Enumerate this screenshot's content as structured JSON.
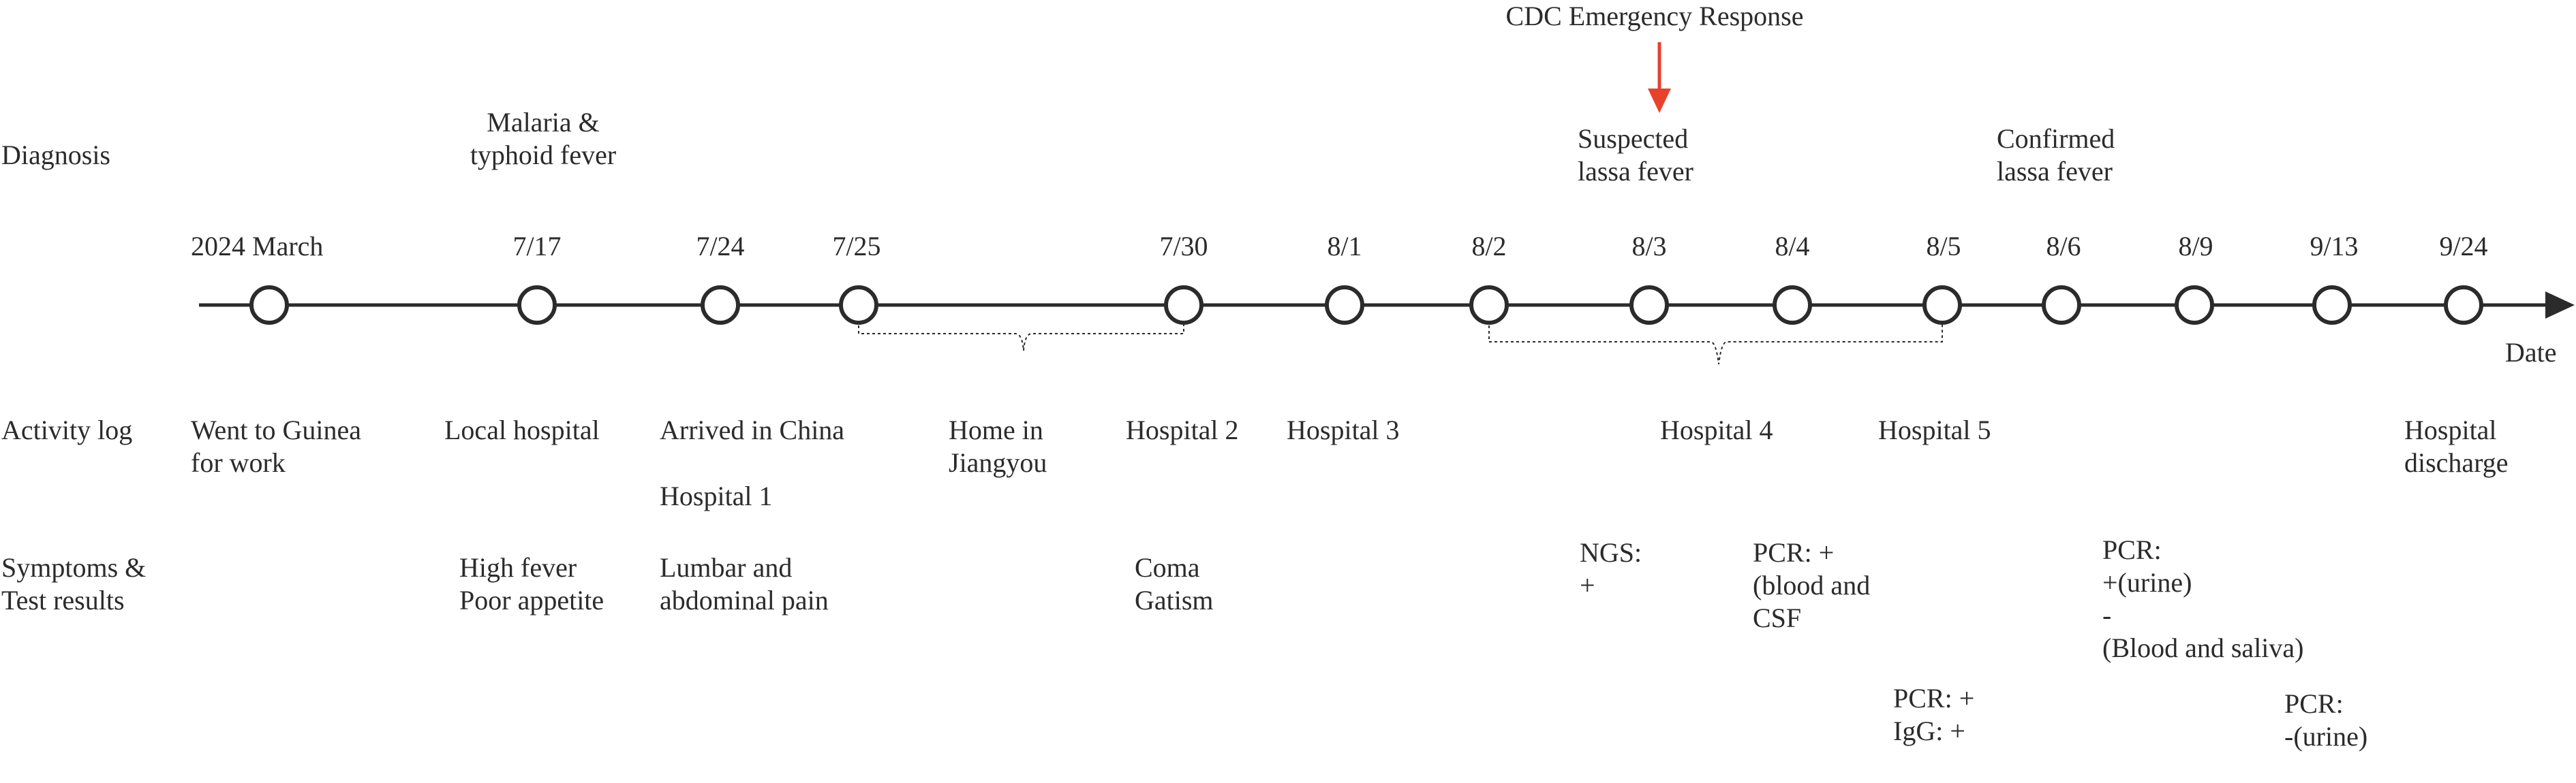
{
  "colors": {
    "ink": "#2b2b2b",
    "accent": "#e8412c"
  },
  "row_labels": {
    "diagnosis": "Diagnosis",
    "activity": "Activity log",
    "symptoms": "Symptoms &\nTest results"
  },
  "axis_label": "Date",
  "emergency": "CDC Emergency Response",
  "dates": [
    "2024 March",
    "7/17",
    "7/24",
    "7/25",
    "7/30",
    "8/1",
    "8/2",
    "8/3",
    "8/4",
    "8/5",
    "8/6",
    "8/9",
    "9/13",
    "9/24"
  ],
  "diagnoses": [
    "Malaria &\ntyphoid fever",
    "Suspected\nlassa fever",
    "Confirmed\nlassa fever"
  ],
  "activities": [
    "Went to Guinea\nfor work",
    "Local hospital",
    "Arrived in China",
    "Hospital 1",
    "Home in\nJiangyou",
    "Hospital 2",
    "Hospital 3",
    "Hospital 4",
    "Hospital 5",
    "Hospital\ndischarge"
  ],
  "symptoms": [
    "High fever\nPoor appetite",
    "Lumbar and\nabdominal pain",
    "Coma\nGatism",
    "NGS:\n+",
    "PCR: +\n(blood and\nCSF",
    "PCR: +\nIgG: +",
    "PCR:\n+(urine)\n-\n(Blood and saliva)",
    "PCR:\n-(urine)"
  ]
}
